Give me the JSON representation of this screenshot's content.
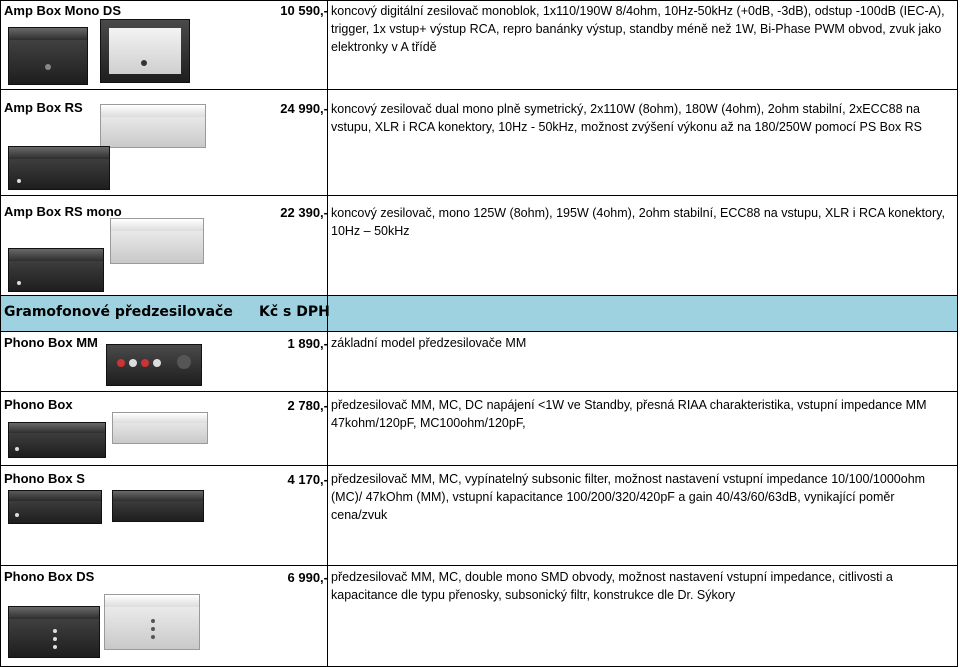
{
  "rows": [
    {
      "name": "Amp Box Mono DS",
      "price": "10 590,-",
      "desc": "koncový digitální zesilovač monoblok, 1x110/190W 8/4ohm, 10Hz-50kHz (+0dB, -3dB), odstup -100dB (IEC-A), trigger, 1x vstup+ výstup RCA, repro banánky výstup, standby méně než 1W, Bi-Phase PWM obvod, zvuk jako elektronky v A třídě"
    },
    {
      "name": "Amp Box RS",
      "price": "24 990,-",
      "desc": "koncový zesilovač dual mono plně symetrický, 2x110W (8ohm), 180W (4ohm), 2ohm stabilní, 2xECC88 na vstupu, XLR i RCA konektory, 10Hz - 50kHz, možnost zvýšení výkonu až na 180/250W pomocí PS Box RS"
    },
    {
      "name": "Amp Box RS mono",
      "price": "22 390,-",
      "desc": "koncový zesilovač, mono 125W (8ohm), 195W (4ohm), 2ohm stabilní, ECC88 na vstupu, XLR i RCA konektory, 10Hz – 50kHz"
    }
  ],
  "section_header": {
    "title": "Gramofonové předzesilovače",
    "price_col": "Kč s DPH",
    "color": "#9fd2e0"
  },
  "phono_rows": [
    {
      "name": "Phono Box MM",
      "price": "1 890,-",
      "desc": "základní model předzesilovače MM"
    },
    {
      "name": "Phono Box",
      "price": "2 780,-",
      "desc": "předzesilovač MM, MC, DC napájení <1W ve Standby, přesná RIAA charakteristika, vstupní impedance MM 47kohm/120pF, MC100ohm/120pF,"
    },
    {
      "name": "Phono Box S",
      "price": "4 170,-",
      "desc": "předzesilovač MM, MC, vypínatelný subsonic filter, možnost nastavení vstupní impedance 10/100/1000ohm (MC)/ 47kOhm (MM), vstupní kapacitance 100/200/320/420pF a gain 40/43/60/63dB, vynikající poměr cena/zvuk"
    },
    {
      "name": "Phono Box DS",
      "price": "6 990,-",
      "desc": "předzesilovač MM, MC, double mono SMD obvody, možnost nastavení vstupní impedance, citlivosti a kapacitance dle typu přenosky, subsonický filtr, konstrukce dle Dr. Sýkory"
    }
  ]
}
